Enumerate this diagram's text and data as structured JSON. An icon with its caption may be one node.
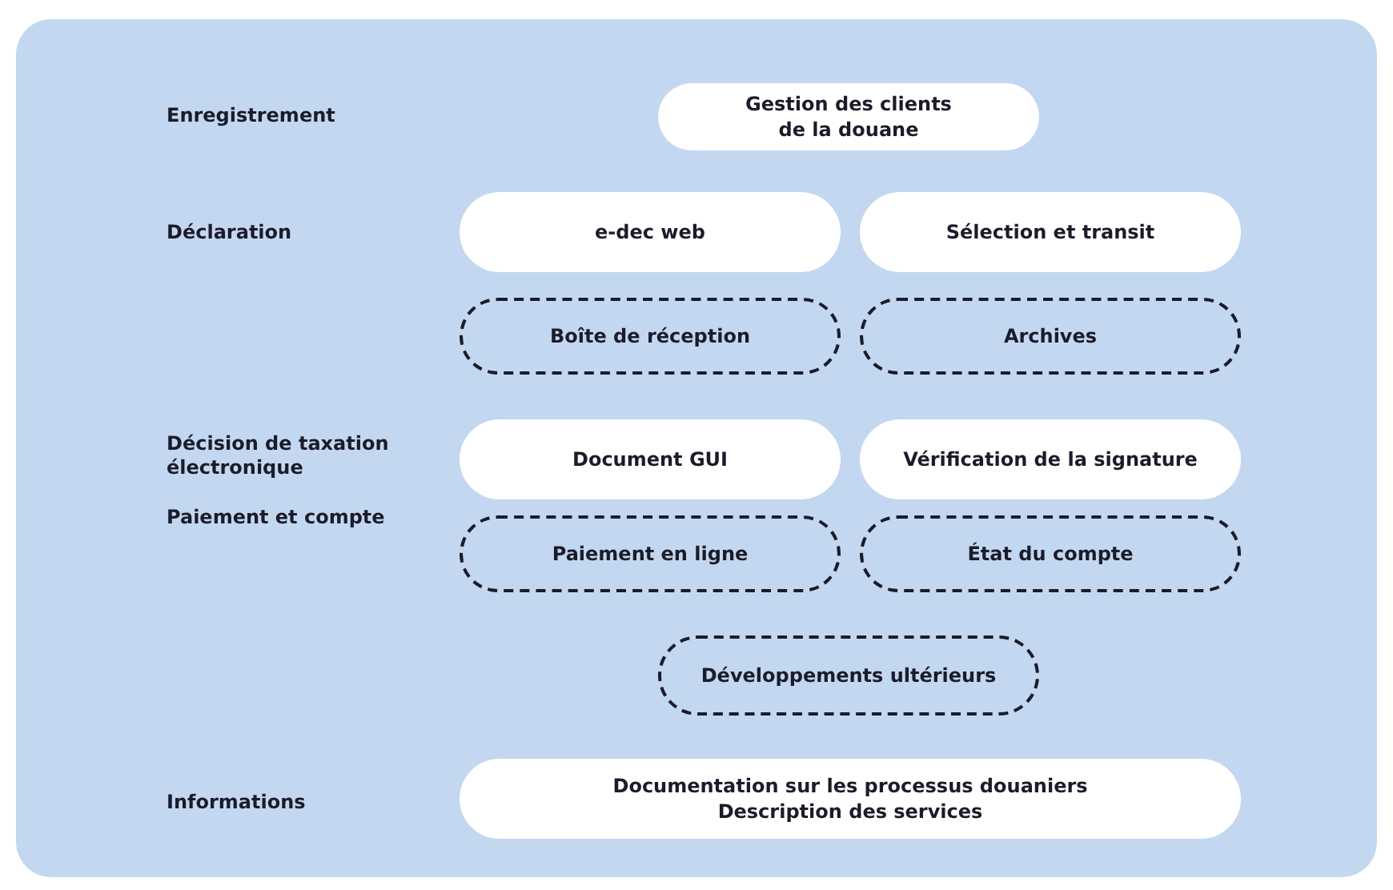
{
  "diagram": {
    "nodes": [
      {
        "text": [
          "Gestion des clients de la douane"
        ]
      },
      {
        "text": [
          "e-dec web"
        ]
      },
      {
        "text": [
          "Sélection et transit"
        ]
      },
      {
        "text": [
          "Boîte de réception"
        ]
      },
      {
        "text": [
          "Archives"
        ]
      },
      {
        "text": [
          "Document GUI"
        ]
      },
      {
        "text": [
          "Vérification de la signature"
        ]
      },
      {
        "text": [
          "Paiement en ligne"
        ]
      },
      {
        "text": [
          "État du compte"
        ]
      },
      {
        "text": [
          "Développements ultérieurs"
        ]
      },
      {
        "text": [
          "Documentation sur les processus douaniers",
          "Description des services"
        ]
      }
    ],
    "labels": [
      "Enregistrement",
      "Déclaration",
      "Décision de taxation électronique",
      "Paiement et compte",
      "Informations"
    ]
  }
}
